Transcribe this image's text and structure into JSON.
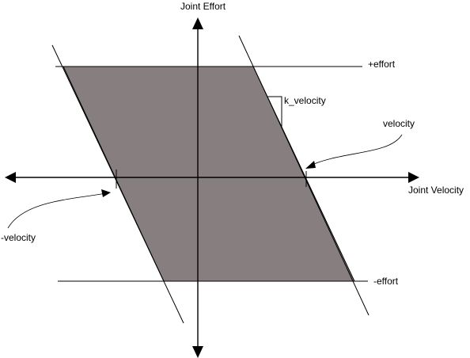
{
  "diagram": {
    "y_axis_label": "Joint Effort",
    "x_axis_label": "Joint Velocity",
    "upper_effort_label": "+effort",
    "lower_effort_label": "-effort",
    "k_velocity_label": "k_velocity",
    "velocity_label": "velocity",
    "neg_velocity_label": "-velocity",
    "colors": {
      "region_fill": "#877f7f",
      "line": "#000000",
      "background": "#ffffff"
    }
  }
}
